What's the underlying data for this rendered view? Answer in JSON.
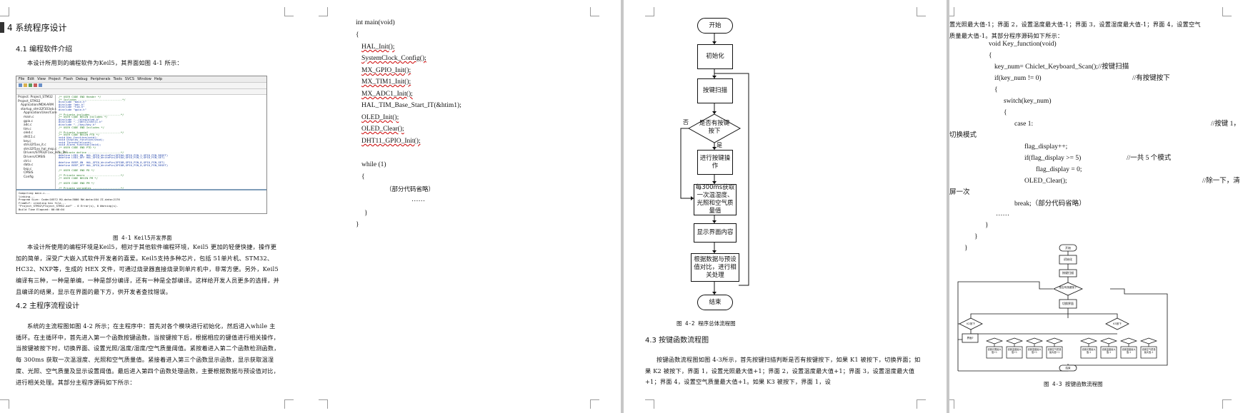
{
  "page1": {
    "heading1_num": "4",
    "heading1": "系统程序设计",
    "h41": "4.1  编程软件介绍",
    "intro": "本设计所用到的编程软件为Keil5，其界面如图 4-1 所示：",
    "shot": {
      "menu": [
        "File",
        "Edit",
        "View",
        "Project",
        "Flash",
        "Debug",
        "Peripherals",
        "Tools",
        "SVCS",
        "Window",
        "Help"
      ],
      "tree": [
        "Project: Project_STM32",
        "Project_STM32",
        "Application/MDK-ARM",
        "startup_stm32f103xb.s",
        "Application/User/Core",
        "main.c",
        "gpio.c",
        "adc.c",
        "tim.c",
        "oled.c",
        "dht11.c",
        "key.c",
        "stm32f1xx_it.c",
        "stm32f1xx_hal_msp.c",
        "Drivers/STM32F1xx_HAL_Dri",
        "Drivers/CMSIS",
        "ctrl.c",
        "data.c",
        "bsp.c",
        "CMSIS",
        "Config"
      ],
      "code": [
        "/* USER CODE END Header */",
        "/* Includes ---------------------------*/",
        "#include \"main.h\"",
        "#include \"adc.h\"",
        "#include \"tim.h\"",
        "#include \"gpio.h\"",
        "",
        "/* Private includes ------------------*/",
        "/* USER CODE BEGIN Includes */",
        "#include \"../oled/oled.h\"",
        "#include \"../dht11/dht11.h\"",
        "#include \"../key/key.h\"",
        "/* USER CODE END Includes */",
        "",
        "/* Private typedef -------------------*/",
        "/* USER CODE BEGIN PTD */",
        "void Key_function(void);",
        "void Display_function(void);",
        "void Threshold(void);",
        "void Alarm_function(void);",
        "/* USER CODE END PTD */",
        "",
        "/* Private define --------------------*/",
        "#define LED1_ON  HAL_GPIO_WritePin(GPIOA,GPIO_PIN_1,GPIO_PIN_RESET)",
        "#define LED1_OFF HAL_GPIO_WritePin(GPIOA,GPIO_PIN_1,GPIO_PIN_SET)",
        "",
        "#define BEEP_ON  HAL_GPIO_WritePin(GPIOB,GPIO_PIN_8,GPIO_PIN_SET)",
        "#define BEEP_OFF HAL_GPIO_WritePin(GPIOB,GPIO_PIN_8,GPIO_PIN_RESET)",
        "",
        "/* USER CODE END PD */",
        "",
        "/* Private macro ---------------------*/",
        "/* USER CODE BEGIN PM */",
        "",
        "/* USER CODE END PM */",
        "",
        "/* Private variables -----------------*/"
      ],
      "output": [
        "Compiling main.c...",
        "linking...",
        "Program Size: Code=16572 RO-data=3800 RW-data=104 ZI-data=2176",
        "FromELF: creating hex file...",
        "\"Project_STM32\\Project_STM32.axf\" - 0 Error(s), 0 Warning(s).",
        "Build Time Elapsed:  00:00:04"
      ]
    },
    "cap41": "图 4-1 Keil5开发界面",
    "para1": "本设计所使用的编程环境是Keil5，相对于其他软件编程环境，Keil5 更加的轻便快捷，操作更加的简单，深受广大嵌入式软件开发者的喜爱。Keil5支持多种芯片，包括 51单片机、STM32、HC32、NXP等，生成的 HEX 文件，可通过烧录器直接烧录到单片机中，非常方便。另外，Keil5编译有三种，一种是单编，一种是部分编译，还有一种是全部编译。这样给开发人员更多的选择，并且编译的结果，显示在界面的最下方，供开发者查找错误。",
    "h42": "4.2  主程序流程设计",
    "para2": "系统的主流程图如图 4-2 所示；在主程序中：首先对各个模块进行初始化，然后进入while 主循环。在主循环中，首先进入第一个函数按键函数，当按键按下后，根据相应的键值进行相关操作，当按键被按下时，切换界面、设置光照/温度/湿度/空气质量阈值。紧按着进入第二个函数检测函数，每 300ms 获取一次温湿度、光照和空气质量值。紧接着进入第三个函数显示函数，显示获取温湿度、光照、空气质量及显示设置阈值。最后进入第四个函数处理函数，主要根据数据与预设值对比，进行相关处理。其部分主程序源码如下所示："
  },
  "page2": {
    "code": [
      "int main(void)",
      "{",
      "HAL_Init();",
      "SystemClock_Config();",
      "MX_GPIO_Init();",
      "MX_TIM1_Init();",
      "MX_ADC1_Init();",
      "HAL_TIM_Base_Start_IT(&htim1);",
      "OLED_Init();",
      "OLED_Clear();",
      "DHT11_GPIO_Init();",
      "",
      "while (1)",
      "{",
      "（部分代码省略）",
      "……",
      "}",
      "}"
    ]
  },
  "page3": {
    "flow": {
      "start": "开始",
      "init": "初始化",
      "scan": "按键扫描",
      "decision": "是否有按键按下",
      "no": "否",
      "yes": "是",
      "op": "进行按键操作",
      "acq": "每300ms获取一次温湿度、光照和空气质量值",
      "show": "显示界面内容",
      "cmp": "根据数据与预设值对比，进行相关处理",
      "end": "结束"
    },
    "cap42": "图 4-2  程序总体流程图",
    "h43": "4.3  按键函数流程图",
    "para": "按键函数流程图如图 4-3所示，首先按键扫描判断是否有按键按下，如果 K1 被按下，切换界面；如果 K2 被按下，界面 1，设置光照最大值+1；界面 2，设置温度最大值+1；界面 3，设置湿度最大值+1；界面 4，设置空气质量最大值+1。如果 K3 被按下，界面 1，设"
  },
  "page4": {
    "cont": "置光照最大值-1；界面 2，设置温度最大值-1；界面 3，设置湿度最大值-1；界面 4，设置空气质量最大值-1。其部分程序源码如下所示：",
    "code": [
      {
        "t": "void Key_function(void)"
      },
      {
        "t": "{"
      },
      {
        "t": "key_num= Chiclet_Keyboard_Scan();//按键扫描"
      },
      {
        "t": "if(key_num != 0)",
        "c": "//有按键按下"
      },
      {
        "t": "{"
      },
      {
        "t": "switch(key_num)"
      },
      {
        "t": "{"
      },
      {
        "t": "case 1:",
        "c": "//按键 1，"
      },
      {
        "t": "切换模式"
      },
      {
        "t": "flag_display++;"
      },
      {
        "t": "if(flag_display >= 5)",
        "c": "//一共 5 个模式"
      },
      {
        "t": "flag_display = 0;"
      },
      {
        "t": "OLED_Clear();",
        "c": "//除一下，清"
      },
      {
        "t": "屏一次"
      },
      {
        "t": "break;（部分代码省略）"
      },
      {
        "t": "……"
      },
      {
        "t": "}"
      },
      {
        "t": "}"
      },
      {
        "t": "}"
      }
    ],
    "mini": {
      "start": "开始",
      "init": "初始化",
      "scan": "按键扫描",
      "dec": "是否有按键按下",
      "k1": "切换界面",
      "k2": "K2按下",
      "k3": "K3按下",
      "if": "界面?",
      "sets": [
        "设置光照最大值+1",
        "设置温度最大值+1",
        "设置湿度最大值+1",
        "设置空气质量最大值+1",
        "设置光照最大值-1",
        "设置温度最大值-1",
        "设置湿度最大值-1",
        "设置空气质量最大值-1"
      ],
      "end": "结束",
      "yes": "是",
      "no": "否"
    },
    "cap43": "图 4-3  按键函数流程图"
  }
}
